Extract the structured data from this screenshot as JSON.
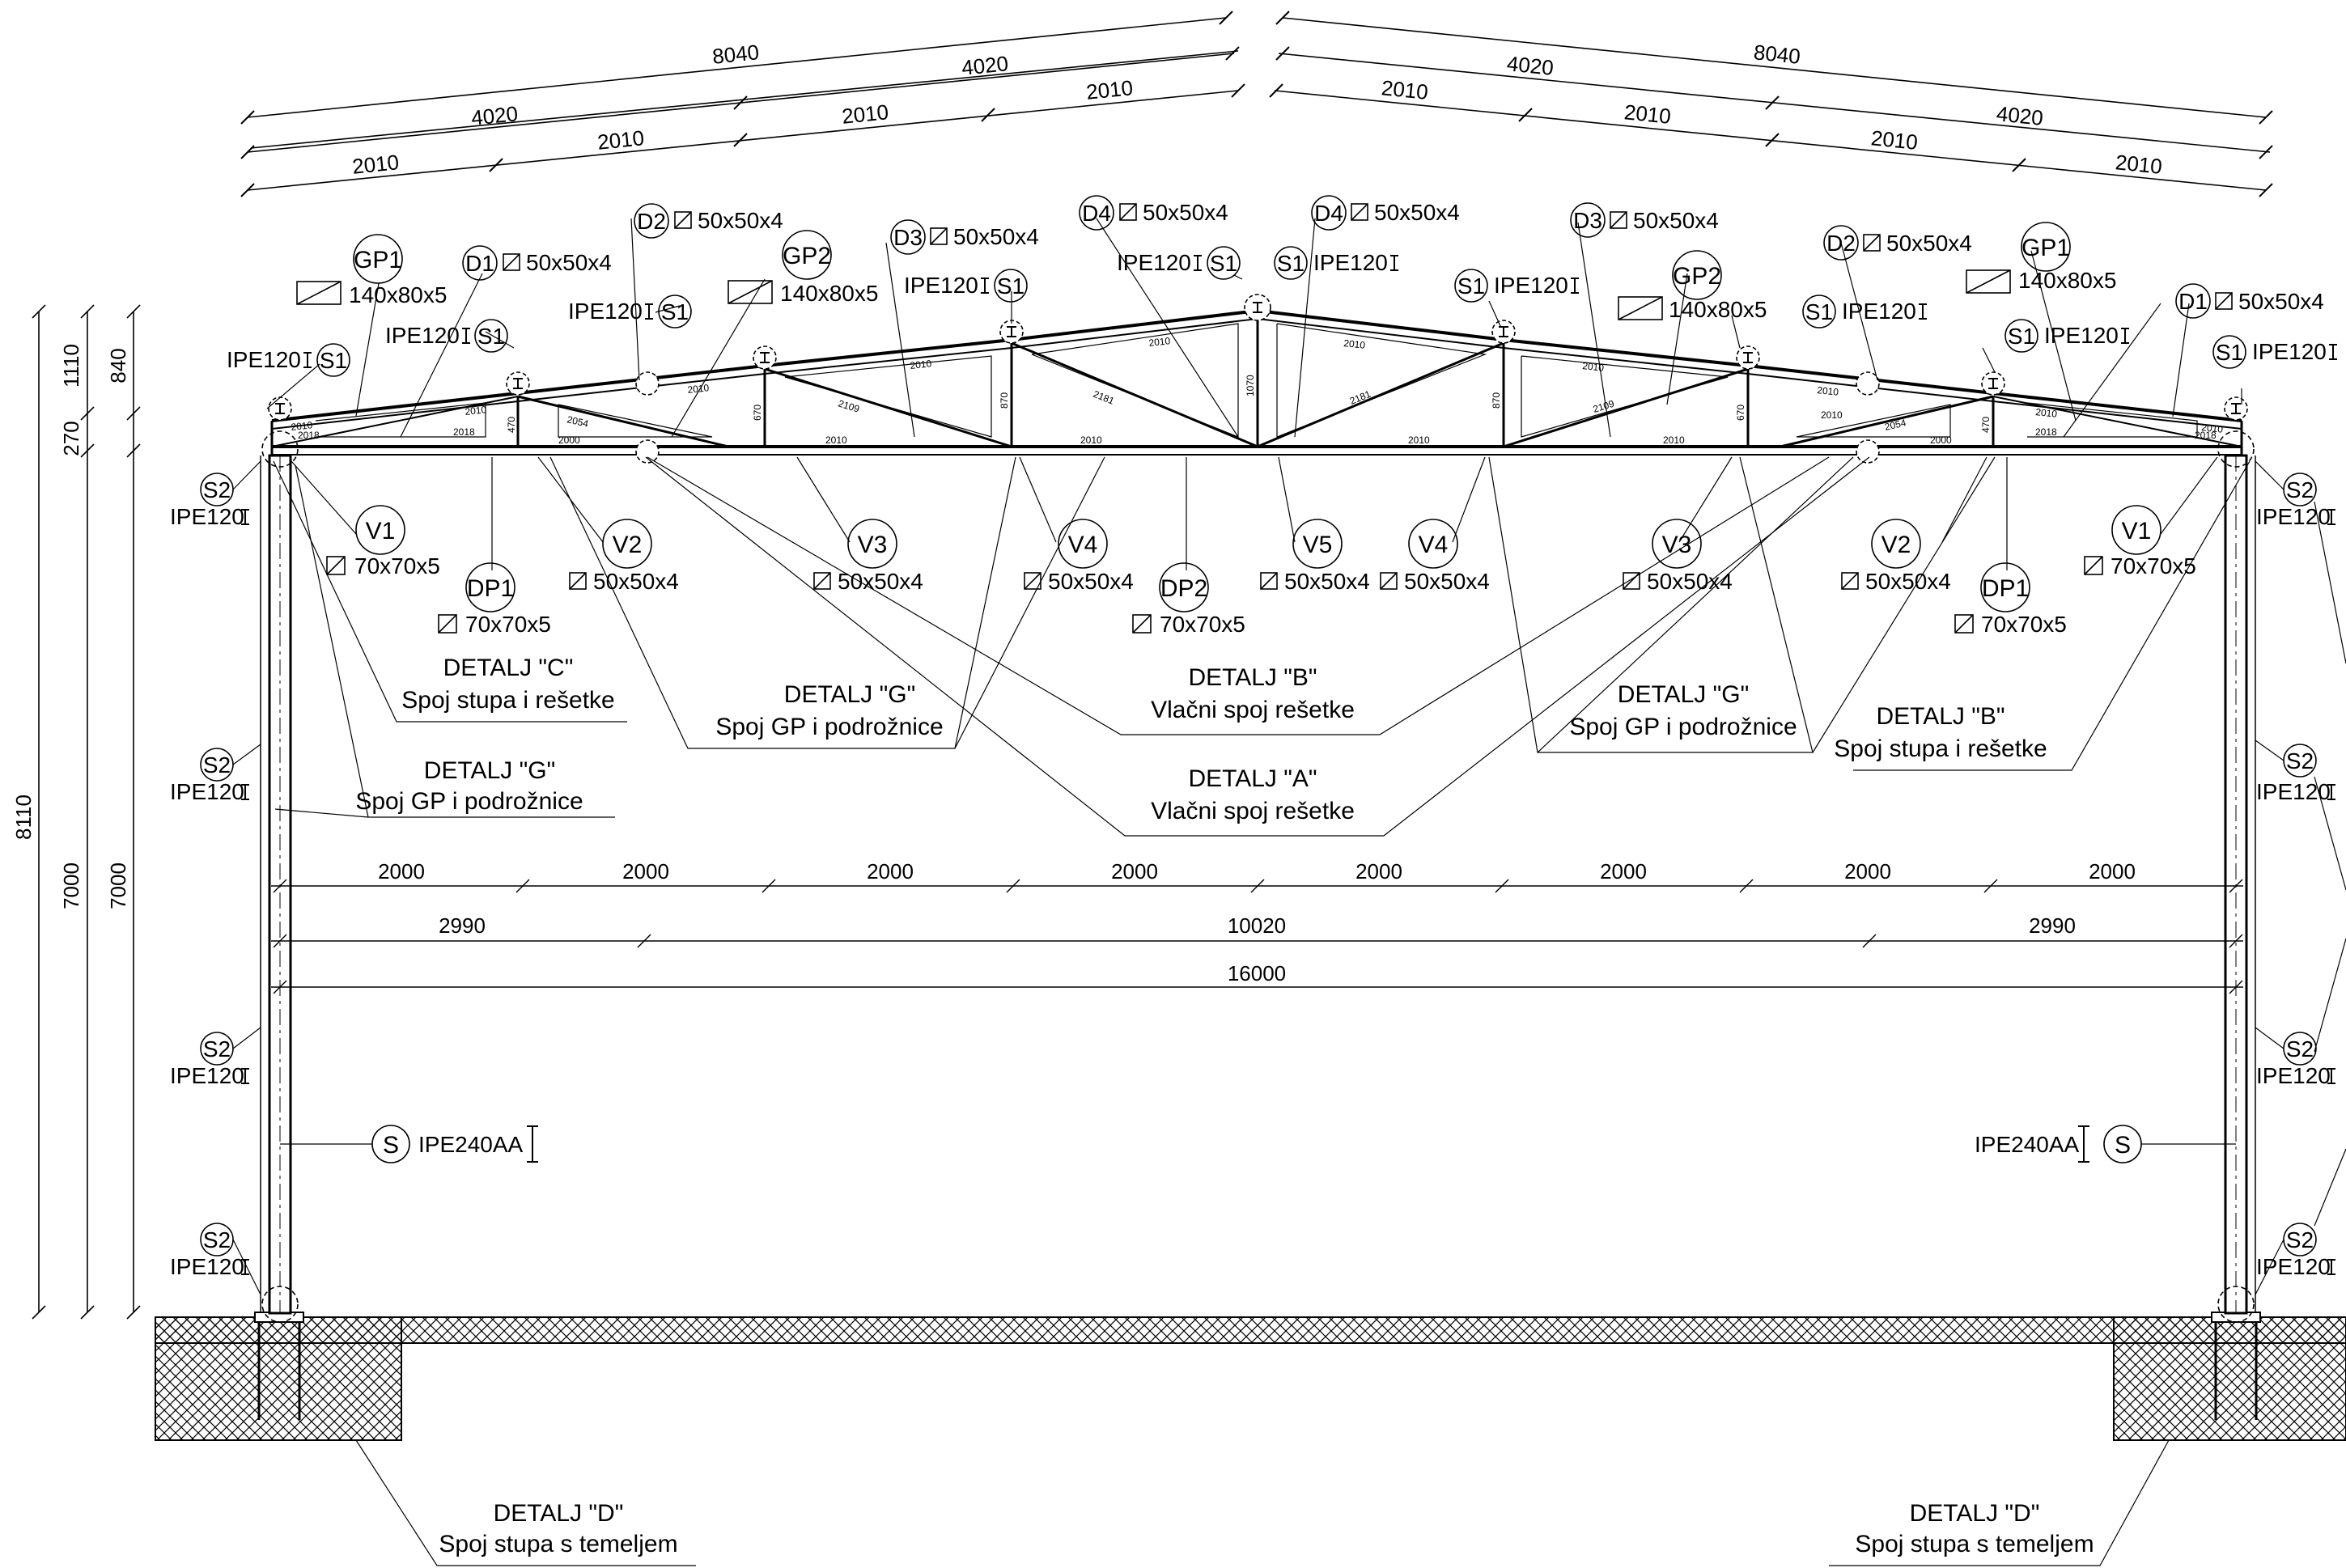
{
  "top_dimensions": {
    "left": [
      "8040",
      "4020",
      "4020",
      "2010",
      "2010",
      "2010",
      "2010"
    ],
    "right": [
      "8040",
      "4020",
      "4020",
      "2010",
      "2010",
      "2010",
      "2010"
    ]
  },
  "left_dimensions": [
    "8110",
    "1110",
    "270",
    "7000",
    "840",
    "7000"
  ],
  "span_dimensions": {
    "row1": [
      "2000",
      "2000",
      "2000",
      "2000",
      "2000",
      "2000",
      "2000",
      "2000"
    ],
    "row2": [
      "2990",
      "10020",
      "2990"
    ],
    "row3": [
      "16000"
    ]
  },
  "top_labels": {
    "gp1_left": {
      "tag": "GP1",
      "section": "140x80x5"
    },
    "gp2_left": {
      "tag": "GP2",
      "section": "140x80x5"
    },
    "gp2_right": {
      "tag": "GP2",
      "section": "140x80x5"
    },
    "gp1_right": {
      "tag": "GP1",
      "section": "140x80x5"
    },
    "d1_left": {
      "tag": "D1",
      "section": "50x50x4"
    },
    "d2_left": {
      "tag": "D2",
      "section": "50x50x4"
    },
    "d3_left": {
      "tag": "D3",
      "section": "50x50x4"
    },
    "d4_left": {
      "tag": "D4",
      "section": "50x50x4"
    },
    "d4_right": {
      "tag": "D4",
      "section": "50x50x4"
    },
    "d3_right": {
      "tag": "D3",
      "section": "50x50x4"
    },
    "d2_right": {
      "tag": "D2",
      "section": "50x50x4"
    },
    "d1_right": {
      "tag": "D1",
      "section": "50x50x4"
    },
    "s1_tag": "S1",
    "s1_section": "IPE120"
  },
  "bottom_labels": {
    "v1_left": {
      "tag": "V1",
      "section": "70x70x5"
    },
    "v2_left": {
      "tag": "V2",
      "section": "50x50x4"
    },
    "v3_left": {
      "tag": "V3",
      "section": "50x50x4"
    },
    "v4_left": {
      "tag": "V4",
      "section": "50x50x4"
    },
    "v5": {
      "tag": "V5",
      "section": "50x50x4"
    },
    "v4_right": {
      "tag": "V4",
      "section": "50x50x4"
    },
    "v3_right": {
      "tag": "V3",
      "section": "50x50x4"
    },
    "v2_right": {
      "tag": "V2",
      "section": "50x50x4"
    },
    "v1_right": {
      "tag": "V1",
      "section": "70x70x5"
    },
    "dp1_left": {
      "tag": "DP1",
      "section": "70x70x5"
    },
    "dp2": {
      "tag": "DP2",
      "section": "70x70x5"
    },
    "dp1_right": {
      "tag": "DP1",
      "section": "70x70x5"
    }
  },
  "column_labels": {
    "s2_tag": "S2",
    "s2_section": "IPE120",
    "s_tag": "S",
    "s_section": "IPE240AA"
  },
  "truss_dims": {
    "top_panels": [
      "2010",
      "2010",
      "2010",
      "2010",
      "2010",
      "2010",
      "2010",
      "2010",
      "2010",
      "2010"
    ],
    "bottom_panels": [
      "2018",
      "2000",
      "2010",
      "2010",
      "2010",
      "2010",
      "2010",
      "2000",
      "2018"
    ],
    "heights": [
      "470",
      "670",
      "870",
      "1070",
      "870",
      "670",
      "470"
    ],
    "diagonals": [
      "2054",
      "2109",
      "2181",
      "2181",
      "2109",
      "2054"
    ],
    "end_small": [
      "2018",
      "2018"
    ]
  },
  "callouts": {
    "detail_c": {
      "title": "DETALJ \"C\"",
      "subtitle": "Spoj stupa i rešetke"
    },
    "detail_g_left_top": {
      "title": "DETALJ \"G\"",
      "subtitle": "Spoj GP i podrožnice"
    },
    "detail_g_left_bottom": {
      "title": "DETALJ \"G\"",
      "subtitle": "Spoj GP i podrožnice"
    },
    "detail_b_center": {
      "title": "DETALJ \"B\"",
      "subtitle": "Vlačni spoj rešetke"
    },
    "detail_a_center": {
      "title": "DETALJ \"A\"",
      "subtitle": "Vlačni spoj rešetke"
    },
    "detail_g_right": {
      "title": "DETALJ \"G\"",
      "subtitle": "Spoj GP i podrožnice"
    },
    "detail_b_right": {
      "title": "DETALJ \"B\"",
      "subtitle": "Spoj stupa i rešetke"
    },
    "detail_d_left": {
      "title": "DETALJ \"D\"",
      "subtitle": "Spoj stupa s temeljem"
    },
    "detail_d_right": {
      "title": "DETALJ \"D\"",
      "subtitle": "Spoj stupa s temeljem"
    }
  }
}
